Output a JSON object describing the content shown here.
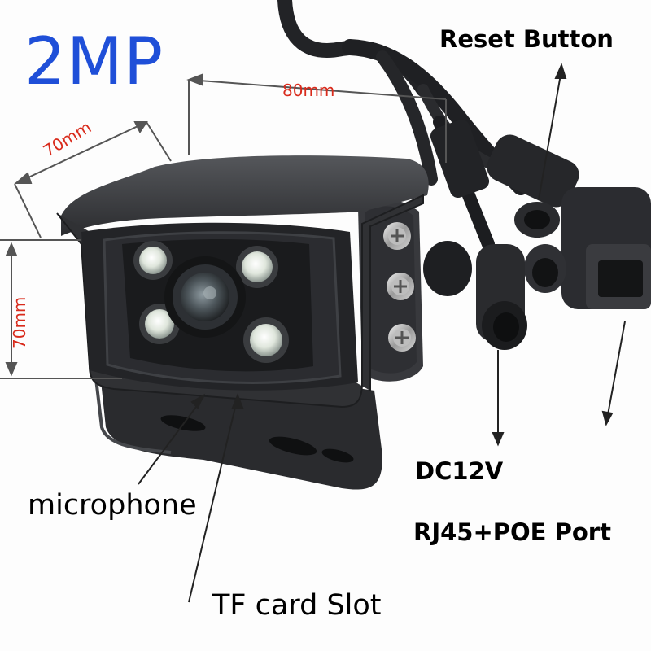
{
  "title": "2MP",
  "dimensions": {
    "width": "80mm",
    "depth": "70mm",
    "height": "70mm"
  },
  "callouts": {
    "reset_button": "Reset Button",
    "dc": "DC12V",
    "rj45": "RJ45+POE Port",
    "microphone": "microphone",
    "tf_slot": "TF card Slot"
  },
  "colors": {
    "title": "#1f4fd8",
    "dimension_text": "#d92b1c",
    "camera_body": "#2a2b2e",
    "led": "#eef2e8"
  }
}
